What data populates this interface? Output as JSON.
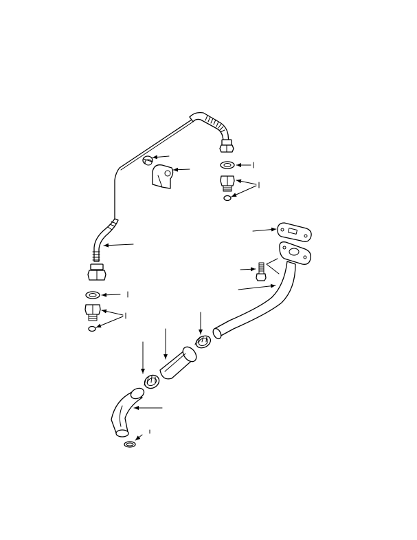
{
  "diagram": {
    "title": "",
    "background": "#ffffff",
    "ink_color": "#000000",
    "parts": [
      {
        "id": "oil-feed-pipe",
        "icon": "pipe-icon"
      },
      {
        "id": "pipe-clip",
        "icon": "clip-icon"
      },
      {
        "id": "clip-bolt",
        "icon": "bolt-icon"
      },
      {
        "id": "sealing-washer-upper",
        "icon": "washer-icon"
      },
      {
        "id": "adaptor-upper",
        "icon": "adaptor-icon"
      },
      {
        "id": "o-ring-upper",
        "icon": "o-ring-icon"
      },
      {
        "id": "sealing-washer-lower",
        "icon": "washer-icon"
      },
      {
        "id": "adaptor-lower",
        "icon": "adaptor-icon"
      },
      {
        "id": "o-ring-lower",
        "icon": "o-ring-icon"
      },
      {
        "id": "gasket",
        "icon": "gasket-icon"
      },
      {
        "id": "flange-bolt",
        "icon": "bolt-icon"
      },
      {
        "id": "drain-pipe",
        "icon": "pipe-icon"
      },
      {
        "id": "hose-clip-upper",
        "icon": "hose-clip-icon"
      },
      {
        "id": "drain-hose",
        "icon": "hose-icon"
      },
      {
        "id": "hose-clip-lower",
        "icon": "hose-clip-icon"
      },
      {
        "id": "elbow-pipe",
        "icon": "elbow-icon"
      },
      {
        "id": "o-ring-elbow",
        "icon": "o-ring-icon"
      }
    ]
  }
}
